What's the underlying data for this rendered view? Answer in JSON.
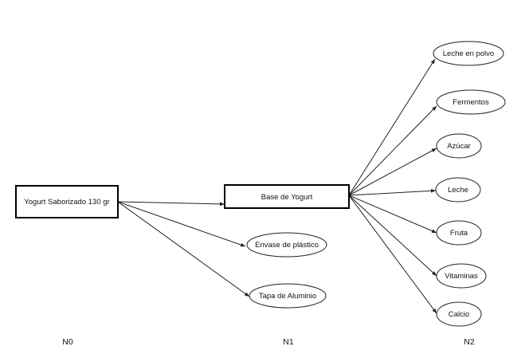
{
  "root": {
    "label": "Yogurt Saborizado 130 gr"
  },
  "n1": {
    "base": {
      "label": "Base de Yogurt"
    },
    "envase": {
      "label": "Envase de plástico"
    },
    "tapa": {
      "label": "Tapa de Aluminio"
    }
  },
  "n2": [
    {
      "label": "Leche en polvo"
    },
    {
      "label": "Fermentos"
    },
    {
      "label": "Azúcar"
    },
    {
      "label": "Leche"
    },
    {
      "label": "Fruta"
    },
    {
      "label": "Vitaminas"
    },
    {
      "label": "Calcio"
    }
  ],
  "levels": [
    "N0",
    "N1",
    "N2"
  ]
}
